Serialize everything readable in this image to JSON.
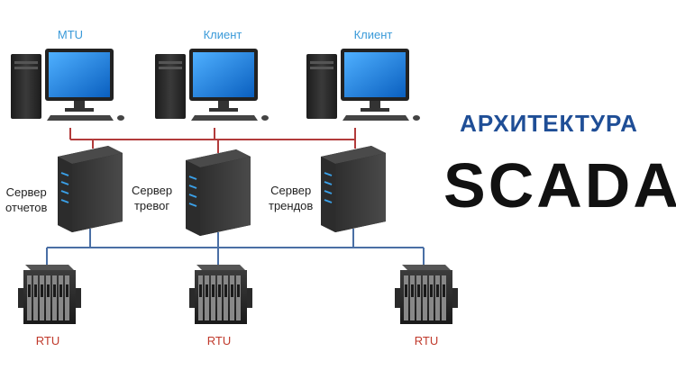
{
  "title": {
    "subtitle": "АРХИТЕКТУРА",
    "main": "SCADA"
  },
  "workstations": [
    {
      "label": "MTU"
    },
    {
      "label": "Клиент"
    },
    {
      "label": "Клиент"
    }
  ],
  "servers": [
    {
      "line1": "Сервер",
      "line2": "отчетов"
    },
    {
      "line1": "Сервер",
      "line2": "тревог"
    },
    {
      "line1": "Сервер",
      "line2": "трендов"
    }
  ],
  "rtus": [
    {
      "label": "RTU"
    },
    {
      "label": "RTU"
    },
    {
      "label": "RTU"
    }
  ],
  "colors": {
    "top_bus": "#b23b3b",
    "bottom_bus": "#4a6fa5",
    "monitor_screen": "#1e7fd8",
    "device_dark": "#2b2b2b",
    "server_led": "#3aa0e8",
    "title_blue": "#1f4e96"
  }
}
